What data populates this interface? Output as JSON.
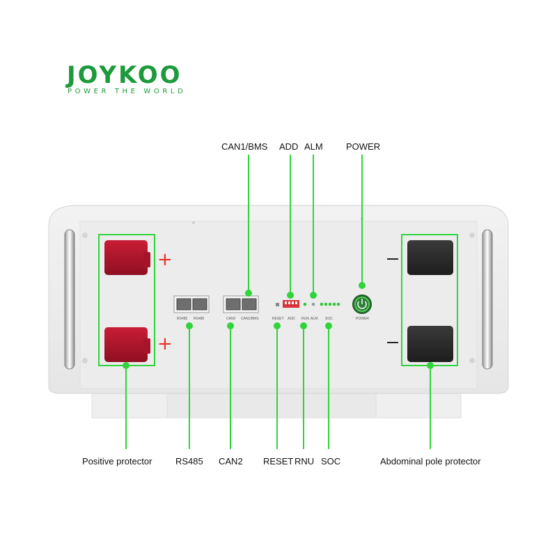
{
  "brand": {
    "name": "JOYKOO",
    "tagline": "POWER THE WORLD",
    "color": "#1c9a3c"
  },
  "callouts": {
    "can1_bms": "CAN1/BMS",
    "add": "ADD",
    "alm": "ALM",
    "power": "POWER",
    "positive_protector": "Positive protector",
    "rs485": "RS485",
    "can2": "CAN2",
    "reset": "RESET",
    "rnu": "RNU",
    "soc": "SOC",
    "abdominal_pole_protector": "Abdominal pole protector"
  },
  "panel_labels": {
    "rs485_left": "RS485",
    "rs485_right": "RS485",
    "can2": "CAN2",
    "can1_bms": "CAN1/BMS",
    "reset": "RESET",
    "add": "ADD",
    "run": "RUN",
    "alm": "ALM",
    "soc": "SOC",
    "power": "POWER"
  },
  "colors": {
    "callout_line": "#2fd43a",
    "positive_terminal": "#b3152c",
    "negative_terminal": "#2b2b2b",
    "plus_sign": "#e8301e",
    "led": "#36c43c",
    "dip_switch": "#d8343a"
  },
  "symbols": {
    "plus_top": "+",
    "plus_bottom": "+"
  }
}
